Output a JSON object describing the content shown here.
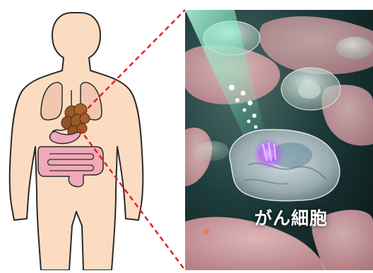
{
  "cell_label": "がん細胞",
  "icons": {
    "body": "human-body-silhouette",
    "organs": "digestive-organs",
    "tumor": "tumor-cluster",
    "light": "light-beam",
    "cell": "cancer-cell"
  },
  "colors": {
    "skin": "#fbdcc1",
    "outline": "#2a2a2a",
    "lungs": "#f2c7b0",
    "tumor": "#9a5a2a",
    "intestine": "#f1a9b7",
    "zoom_line": "#e02020",
    "scene_bg": "#1d3a3a",
    "light": "#6ef0c0",
    "cell_glow": "#b45cff"
  }
}
